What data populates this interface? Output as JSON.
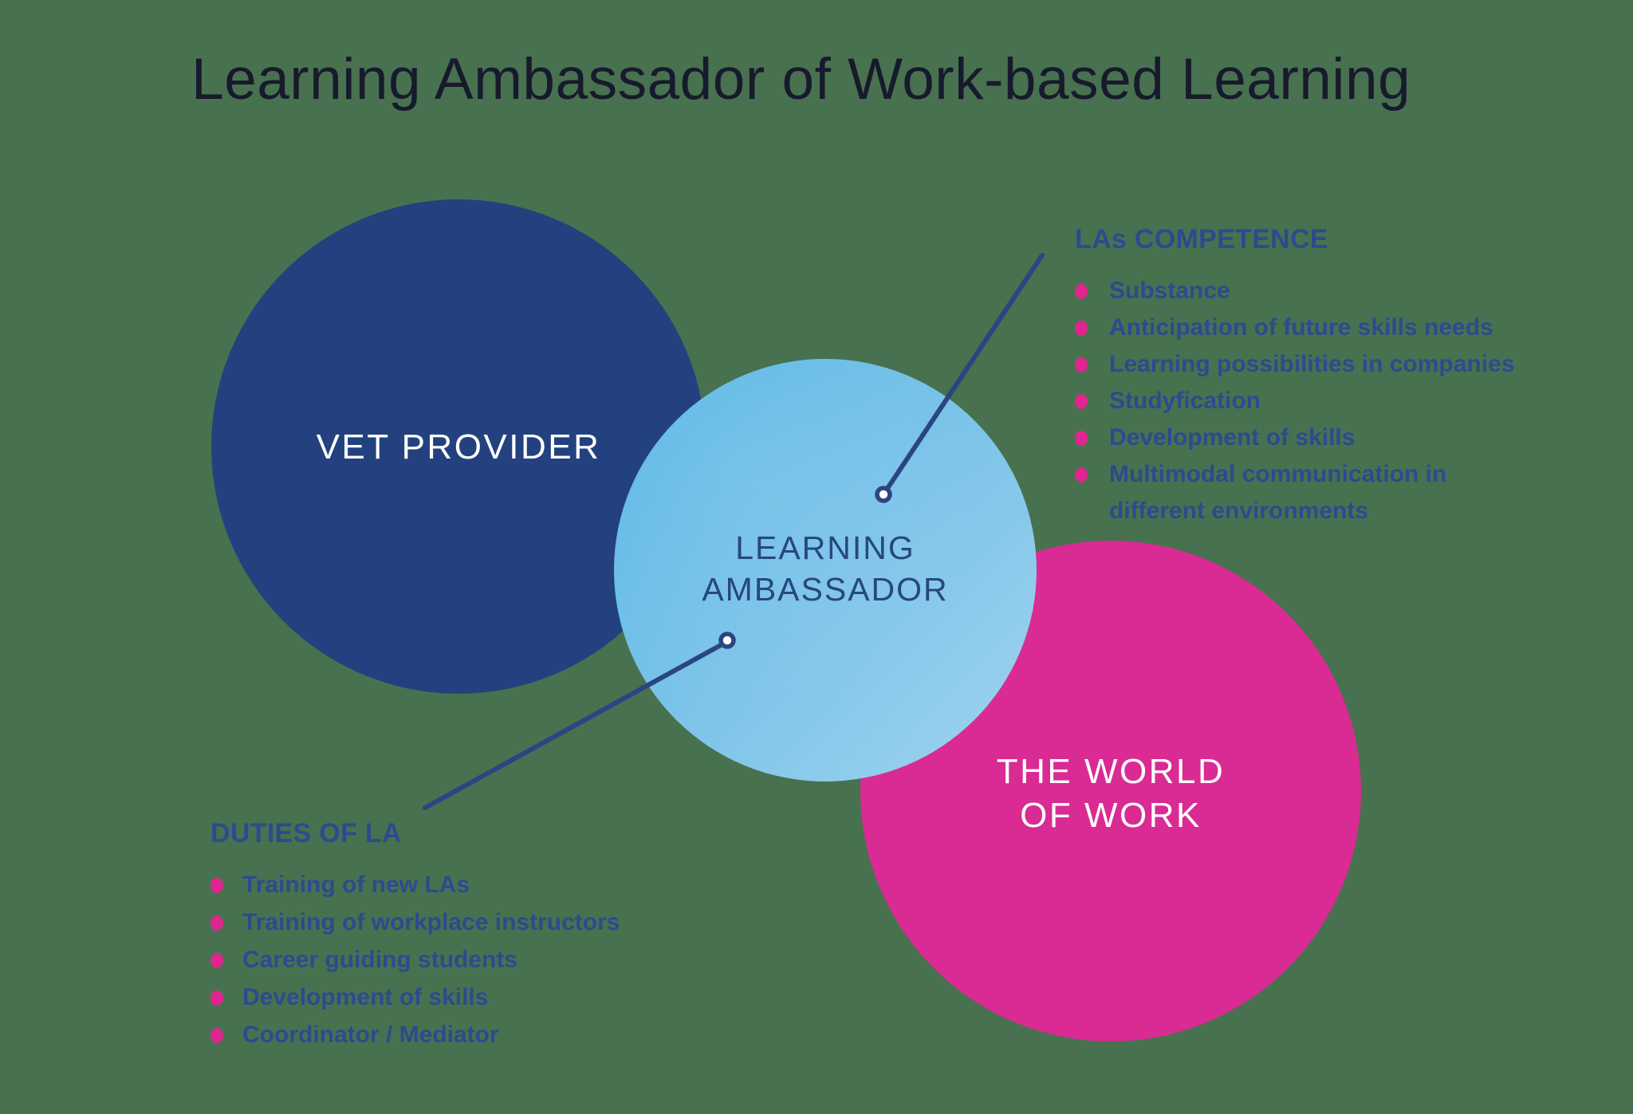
{
  "title": "Learning Ambassador of Work-based Learning",
  "colors": {
    "background_green": "#48714F",
    "navy_circle": "#23417E",
    "light_blue_gradient_start": "#55B6E5",
    "light_blue_gradient_end": "#A0D4EE",
    "pink_circle": "#D92B93",
    "list_text_navy": "#2C4B8F",
    "bullet_pink": "#E0258F",
    "connector_navy": "#2B4583",
    "title_text": "#171A2C",
    "white": "#FFFFFF"
  },
  "circles": {
    "vet_provider": {
      "label": "VET PROVIDER"
    },
    "learning_ambassador": {
      "lines": [
        "LEARNING",
        "AMBASSADOR"
      ]
    },
    "world_of_work": {
      "lines": [
        "THE WORLD",
        "OF WORK"
      ]
    }
  },
  "competence": {
    "heading": "LAs COMPETENCE",
    "items": [
      "Substance",
      "Anticipation of future skills needs",
      "Learning possibilities in companies",
      "Studyfication",
      "Development of skills",
      "Multimodal communication in\ndifferent environments"
    ]
  },
  "duties": {
    "heading": "DUTIES OF LA",
    "items": [
      "Training of new LAs",
      "Training of workplace instructors",
      "Career guiding students",
      "Development of skills",
      "Coordinator / Mediator"
    ]
  }
}
